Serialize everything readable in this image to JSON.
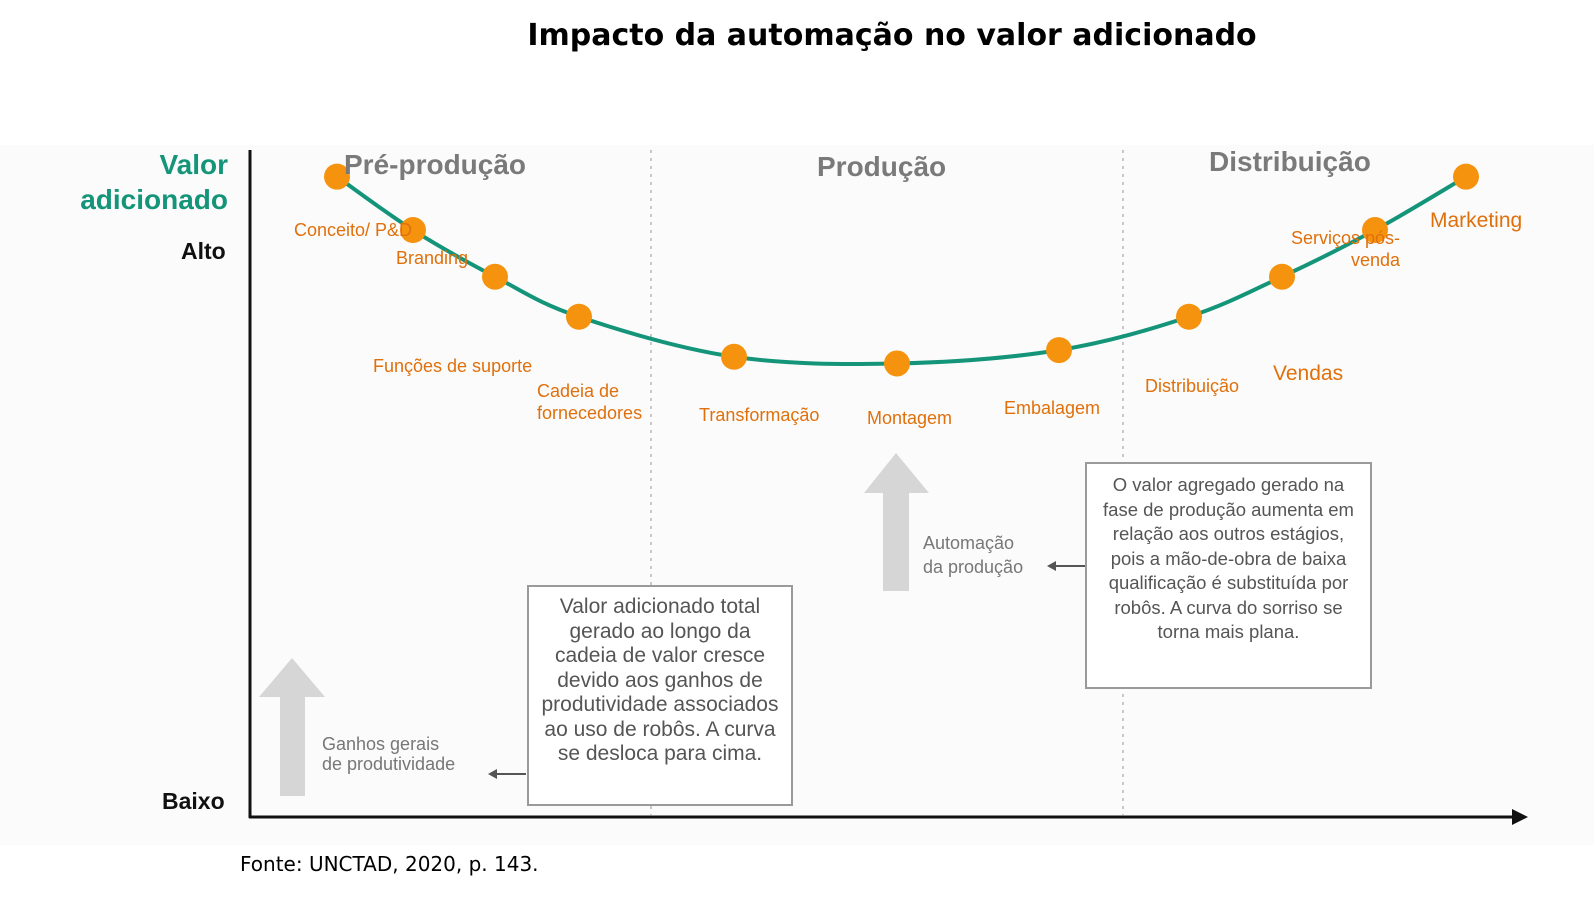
{
  "title": "Impacto da automação no valor adicionado",
  "y_axis": {
    "label_line1": "Valor",
    "label_line2": "adicionado",
    "high": "Alto",
    "low": "Baixo"
  },
  "phases": [
    "Pré-produção",
    "Produção",
    "Distribuição"
  ],
  "stages": [
    {
      "label": "Conceito/ P&D",
      "value": 0.96
    },
    {
      "label": "Branding",
      "value": 0.88
    },
    {
      "label": "Funções de suporte",
      "value": 0.81
    },
    {
      "label": "Cadeia de fornecedores",
      "value": 0.75
    },
    {
      "label": "Transformação",
      "value": 0.69
    },
    {
      "label": "Montagem",
      "value": 0.68
    },
    {
      "label": "Embalagem",
      "value": 0.7
    },
    {
      "label": "Distribuição",
      "value": 0.75
    },
    {
      "label": "Vendas",
      "value": 0.81
    },
    {
      "label": "Serviços pós-venda",
      "value": 0.88
    },
    {
      "label": "Marketing",
      "value": 0.96
    }
  ],
  "arrow_labels": {
    "productivity": "Ganhos gerais de produtividade",
    "automation": "Automação da produção"
  },
  "notes": {
    "total": "Valor adicionado total gerado ao longo da cadeia de valor cresce devido aos ganhos de produtividade associados ao uso de robôs. A curva se desloca para cima.",
    "production": "O valor agregado gerado na fase de produção aumenta em relação aos outros estágios, pois a mão-de-obra de baixa qualificação é substituída por robôs. A curva do sorriso se torna mais plana."
  },
  "source": "Fonte: UNCTAD, 2020, p. 143.",
  "colors": {
    "curve": "#14957a",
    "marker": "#f5930f",
    "stage_text": "#e0700b",
    "y_label": "#14957a",
    "arrow": "#d6d6d6"
  }
}
